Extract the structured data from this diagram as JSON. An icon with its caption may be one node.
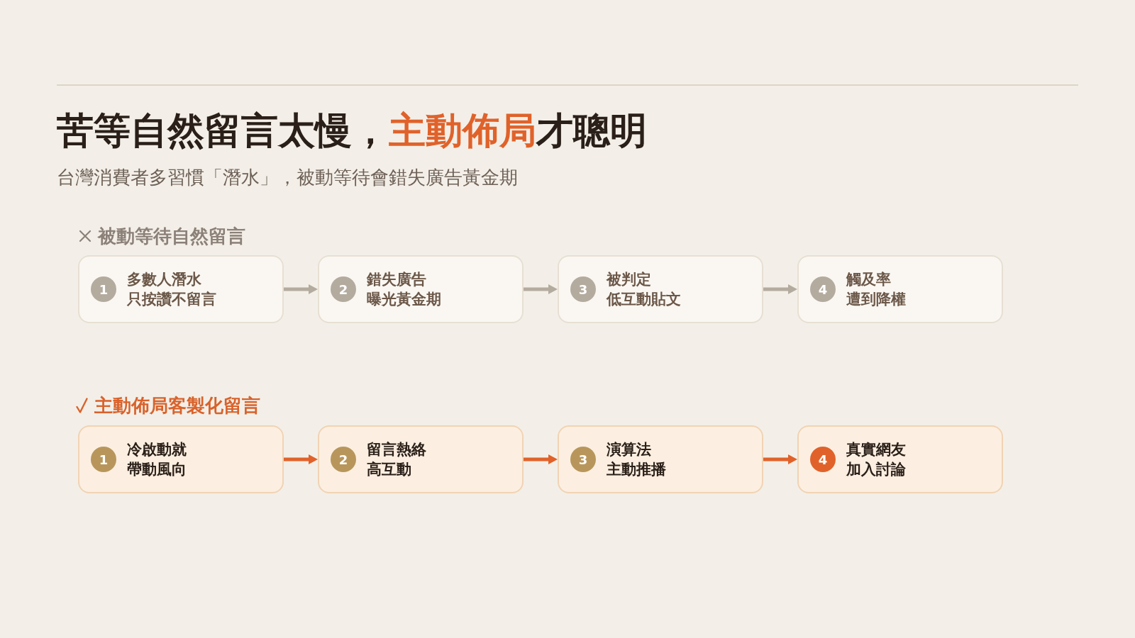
{
  "diagram": {
    "title": "苦等自然留言太慢，**主動佈局**才聰明",
    "nodes": [
      {
        "text": [
          "多數人潛水只按讚不留言"
        ]
      },
      {
        "text": [
          "1"
        ],
        "in": 0
      },
      {
        "text": [
          "錯失廣告曝光黃金期"
        ]
      },
      {
        "text": [
          "2"
        ],
        "in": 2
      },
      {
        "text": [
          "被判定低互動貼文"
        ]
      },
      {
        "text": [
          "3"
        ],
        "in": 4
      },
      {
        "text": [
          "觸及率遭到降權"
        ]
      },
      {
        "text": [
          "4"
        ],
        "in": 6
      },
      {
        "text": [
          "冷啟動就帶動風向"
        ]
      },
      {
        "text": [
          "1"
        ],
        "in": 8
      },
      {
        "text": [
          "留言熱絡高互動"
        ]
      },
      {
        "text": [
          "2"
        ],
        "in": 10
      },
      {
        "text": [
          "演算法主動推播"
        ]
      },
      {
        "text": [
          "3"
        ],
        "in": 12
      },
      {
        "text": [
          "真實網友加入討論"
        ]
      },
      {
        "text": [
          "4"
        ],
        "in": 14
      }
    ],
    "edges": [
      {
        "from": 0,
        "to": 2,
        "arrow": "to"
      },
      {
        "from": 2,
        "to": 4,
        "arrow": "to"
      },
      {
        "from": 4,
        "to": 6,
        "arrow": "to"
      },
      {
        "from": 8,
        "to": 10,
        "arrow": "to",
        "color": "#e0622a"
      },
      {
        "from": 10,
        "to": 12,
        "arrow": "to",
        "color": "#e0622a"
      },
      {
        "from": 12,
        "to": 14,
        "arrow": "to",
        "color": "#e0622a"
      }
    ],
    "labels": [
      "台灣消費者多習慣「潛水」，被動等待會錯失廣告黃金期",
      "被動等待自然留言",
      "主動佈局客製化留言"
    ]
  }
}
